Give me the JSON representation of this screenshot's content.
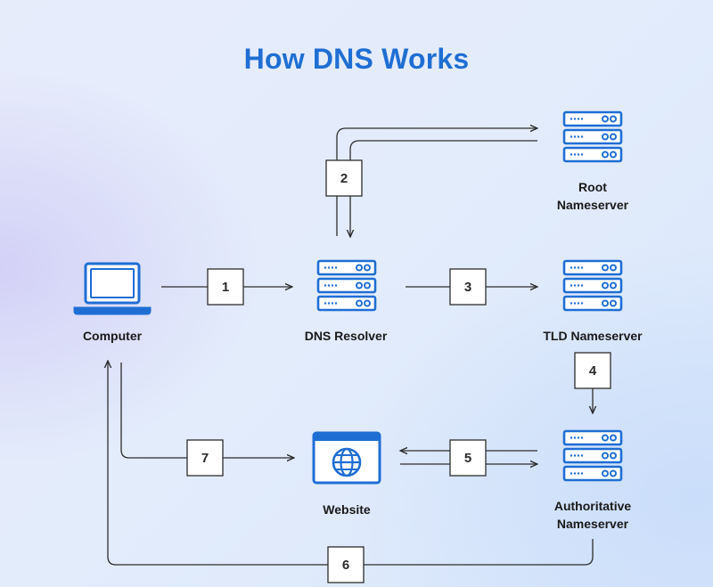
{
  "title": "How DNS Works",
  "nodes": {
    "computer": {
      "label": "Computer"
    },
    "resolver": {
      "label": "DNS Resolver"
    },
    "root": {
      "line1": "Root",
      "line2": "Nameserver"
    },
    "tld": {
      "label": "TLD Nameserver"
    },
    "authoritative": {
      "line1": "Authoritative",
      "line2": "Nameserver"
    },
    "website": {
      "label": "Website"
    }
  },
  "steps": [
    "1",
    "2",
    "3",
    "4",
    "5",
    "6",
    "7"
  ],
  "colors": {
    "accent": "#1f6ed4",
    "line": "#2d2d2d",
    "text": "#1a1a1a"
  },
  "icons": {
    "computer": "laptop-icon",
    "server": "server-rack-icon",
    "website": "browser-globe-icon"
  }
}
